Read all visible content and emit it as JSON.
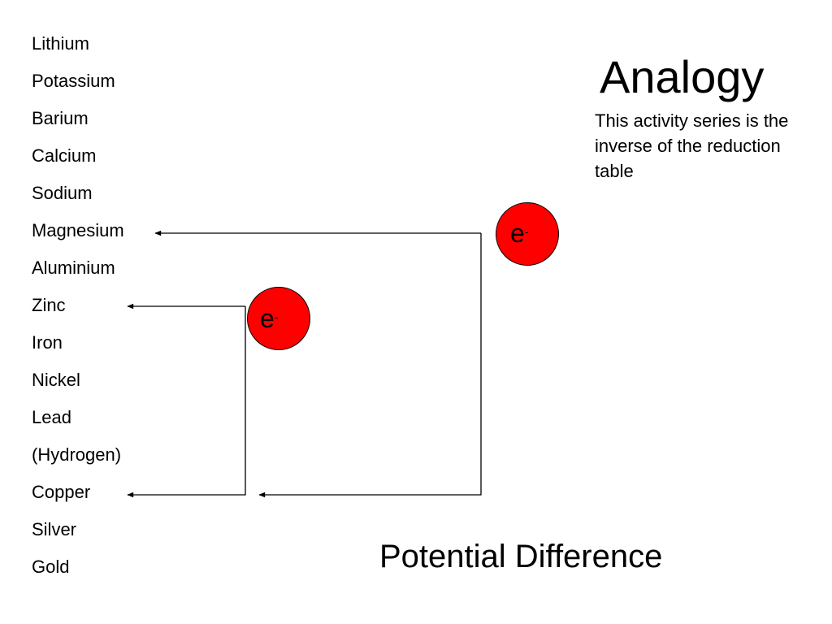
{
  "slide": {
    "title": "Analogy",
    "subtitle": "This activity series is the inverse of the reduction table",
    "footer_label": "Potential Difference"
  },
  "activity_series": [
    "Lithium",
    "Potassium",
    "Barium",
    "Calcium",
    "Sodium",
    "Magnesium",
    "Aluminium",
    "Zinc",
    "Iron",
    "Nickel",
    "Lead",
    "(Hydrogen)",
    "Copper",
    "Silver",
    "Gold"
  ],
  "electrons": [
    {
      "symbol": "e",
      "charge": "-"
    },
    {
      "symbol": "e",
      "charge": "-"
    }
  ],
  "colors": {
    "electron_fill": "#ff0000",
    "line": "#000000",
    "background": "#ffffff"
  }
}
